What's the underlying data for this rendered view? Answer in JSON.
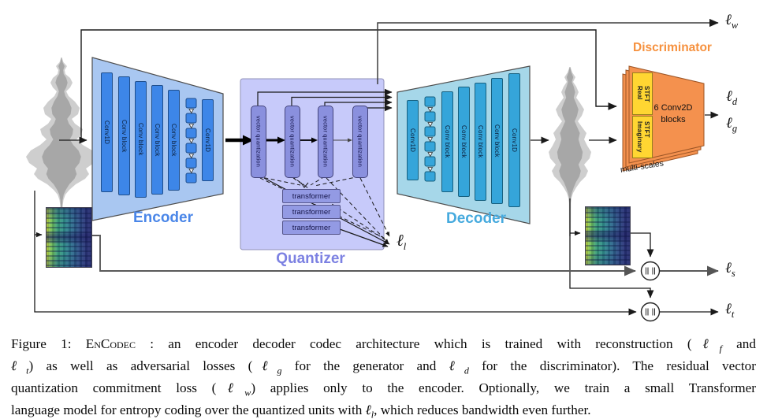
{
  "encoder": {
    "label": "Encoder",
    "bars": [
      "Conv1D",
      "Conv block",
      "Conv block",
      "Conv block",
      "Conv block",
      "Conv1D"
    ]
  },
  "decoder": {
    "label": "Decoder",
    "bars": [
      "Conv1D",
      "Conv block",
      "Conv block",
      "Conv block",
      "Conv block",
      "Conv1D"
    ]
  },
  "quantizer": {
    "label": "Quantizer",
    "vq": "vector quantization",
    "transformer": "transformer"
  },
  "discriminator": {
    "label": "Discriminator",
    "real_stft_lines": [
      "Real",
      "STFT"
    ],
    "imag_stft_lines": [
      "Imaginary",
      "STFT"
    ],
    "blocks": "6 Conv2D blocks",
    "multi_scales": "multi-scales"
  },
  "losses": {
    "w": {
      "sym": "ℓ",
      "sub": "w"
    },
    "d": {
      "sym": "ℓ",
      "sub": "d"
    },
    "g": {
      "sym": "ℓ",
      "sub": "g"
    },
    "l": {
      "sym": "ℓ",
      "sub": "l"
    },
    "s": {
      "sym": "ℓ",
      "sub": "s"
    },
    "t": {
      "sym": "ℓ",
      "sub": "t"
    }
  },
  "colors": {
    "encoder_fill": "#a9c7f1",
    "encoder_bar": "#3d86e8",
    "encoder_label": "#4a86e8",
    "decoder_fill": "#a6d7e9",
    "decoder_bar": "#35a5da",
    "decoder_label": "#46aade",
    "quantizer_fill": "#c7cafa",
    "vq_fill": "#8a90de",
    "quantizer_label": "#7c81e2",
    "discriminator_fill": "#f4914e",
    "stft_fill": "#ffd632",
    "discriminator_label": "#f6913e"
  },
  "caption": {
    "lines": [
      [
        {
          "t": "Figure 1: "
        },
        {
          "t": "EnCodec",
          "style": "smallcaps"
        },
        {
          "t": " : an encoder decoder codec architecture which is trained with reconstruction ("
        },
        {
          "sym": "ℓ",
          "sub": "f"
        },
        {
          "t": " and"
        }
      ],
      [
        {
          "sym": "ℓ",
          "sub": "t"
        },
        {
          "t": ") as well as adversarial losses ("
        },
        {
          "sym": "ℓ",
          "sub": "g"
        },
        {
          "t": " for the generator and "
        },
        {
          "sym": "ℓ",
          "sub": "d"
        },
        {
          "t": " for the discriminator). The residual vector"
        }
      ],
      [
        {
          "t": "quantization commitment loss ("
        },
        {
          "sym": "ℓ",
          "sub": "w"
        },
        {
          "t": ") applies only to the encoder. Optionally, we train a small Transformer"
        }
      ],
      [
        {
          "t": "language model for entropy coding over the quantized units with "
        },
        {
          "sym": "ℓ",
          "sub": "l"
        },
        {
          "t": ", which reduces bandwidth even further."
        }
      ]
    ]
  }
}
